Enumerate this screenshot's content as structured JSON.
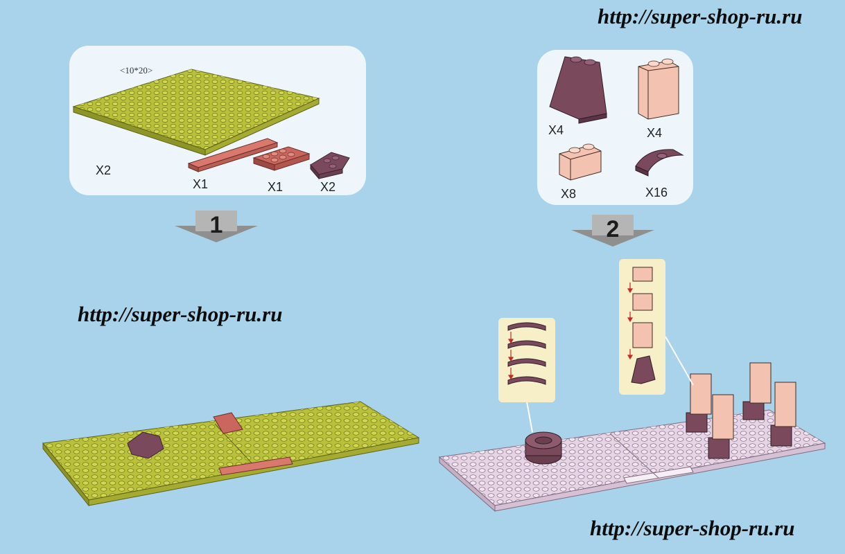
{
  "watermark": {
    "top": "http://super-shop-ru.ru",
    "middle": "http://super-shop-ru.ru",
    "bottom": "http://super-shop-ru.ru"
  },
  "step1": {
    "number": "1",
    "dimension_label": "<10*20>",
    "parts": [
      {
        "name": "green-baseplate",
        "qty": "X2"
      },
      {
        "name": "red-tile-1x8",
        "qty": "X1"
      },
      {
        "name": "red-plate-2x4",
        "qty": "X1"
      },
      {
        "name": "purple-wedge-plate",
        "qty": "X2"
      }
    ]
  },
  "step2": {
    "number": "2",
    "parts": [
      {
        "name": "purple-slope-brick",
        "qty": "X4"
      },
      {
        "name": "peach-brick-1x2-tall",
        "qty": "X4"
      },
      {
        "name": "peach-brick-1x2",
        "qty": "X8"
      },
      {
        "name": "purple-quarter-round-plate",
        "qty": "X16"
      }
    ]
  },
  "colors": {
    "background": "#a9d3eb",
    "green_plate": "#b9c13a",
    "red_part": "#c9675e",
    "purple_part": "#7a4a5c",
    "peach_part": "#f4c2b0",
    "lilac_plate": "#e7d3e6"
  }
}
